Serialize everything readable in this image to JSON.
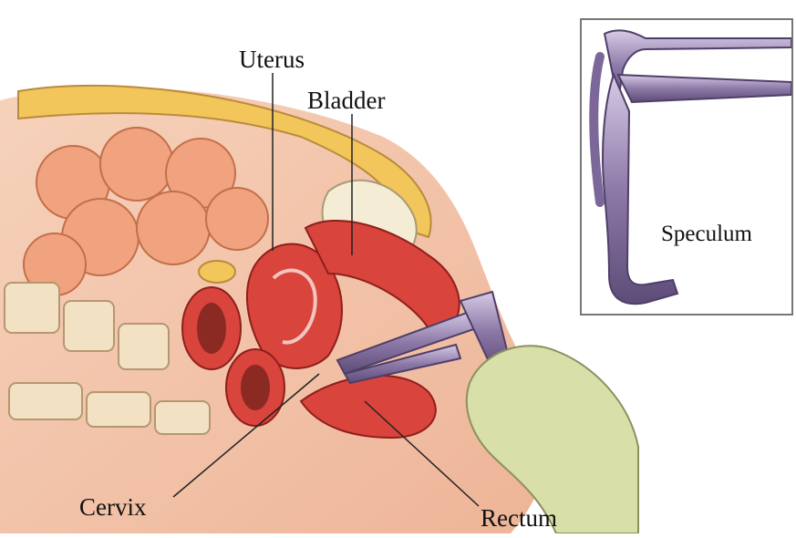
{
  "labels": {
    "uterus": "Uterus",
    "bladder": "Bladder",
    "cervix": "Cervix",
    "rectum": "Rectum",
    "speculum": "Speculum"
  },
  "colors": {
    "skin": "#f3c3a6",
    "fat": "#f2c65a",
    "muscle_red": "#d9443c",
    "intestine": "#f0a37e",
    "instrument": "#8e7aa8",
    "glove": "#d9dfa9"
  }
}
